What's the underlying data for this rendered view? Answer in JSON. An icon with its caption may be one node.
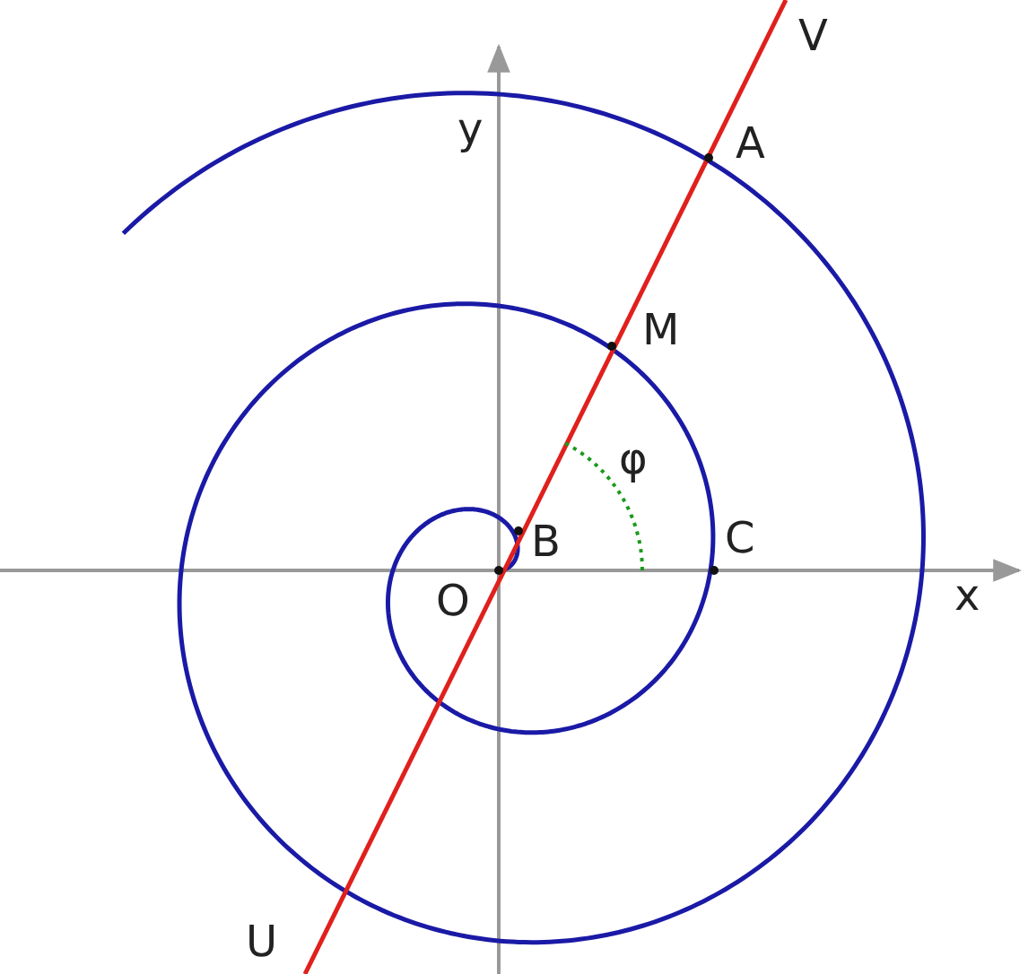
{
  "diagram": {
    "labels": [
      "V",
      "y",
      "A",
      "M",
      "φ",
      "B",
      "C",
      "O",
      "x",
      "U"
    ]
  }
}
